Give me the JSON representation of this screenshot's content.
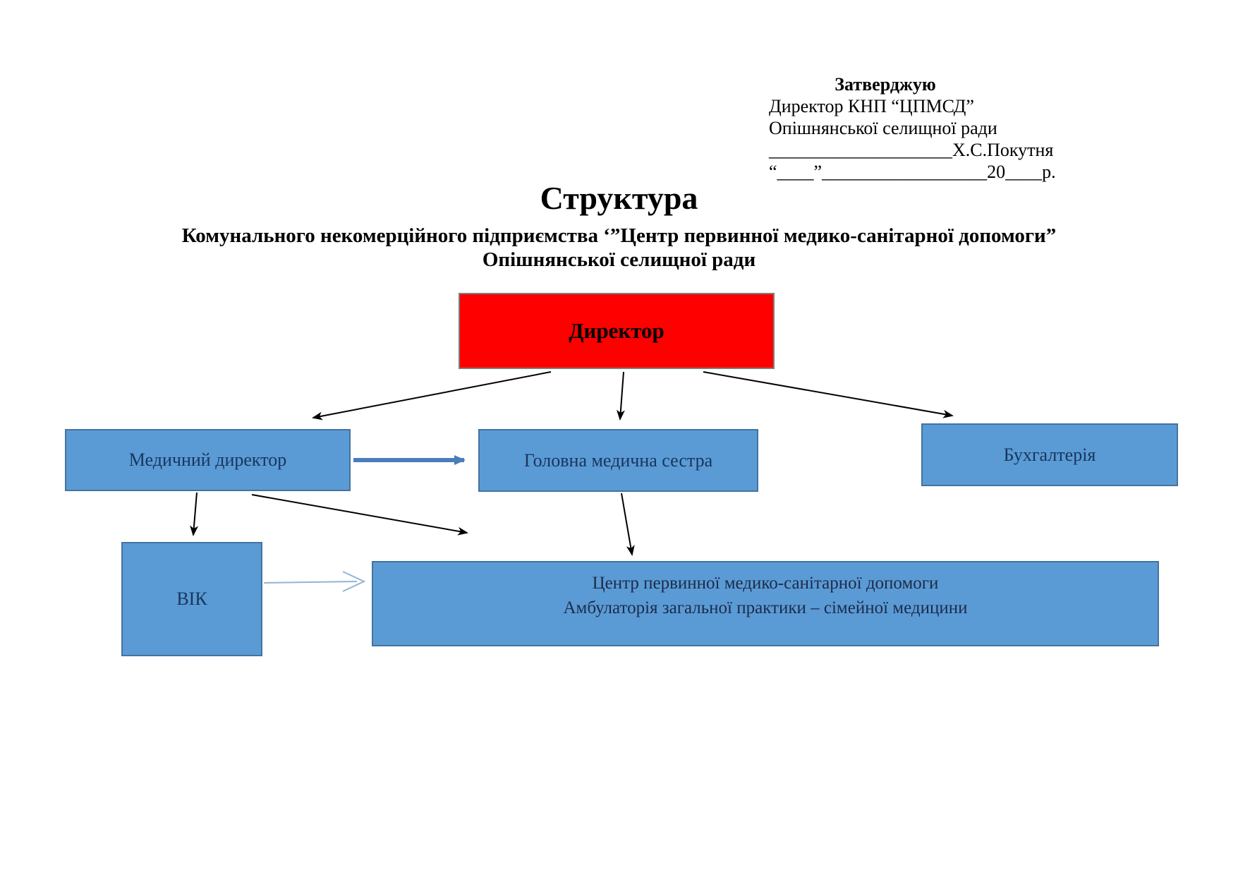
{
  "approval": {
    "line1": "Затверджую",
    "line2": "Директор КНП “ЦПМСД”",
    "line3": "Опішнянської селищної ради",
    "line4": "____________________Х.С.Покутня",
    "line5": "“____”__________________20____р."
  },
  "title": "Структура",
  "subtitle": {
    "line1": "Комунального некомерційного підприємства ‘”Центр первинної медико-санітарної допомоги”",
    "line2": "Опішнянської селищної ради"
  },
  "nodes": {
    "director": {
      "label": "Директор"
    },
    "medical_director": {
      "label": "Медичний директор"
    },
    "head_nurse": {
      "label": "Головна медична сестра"
    },
    "accounting": {
      "label": "Бухгалтерія"
    },
    "vik": {
      "label": "ВІК"
    },
    "center": {
      "line1": "Центр первинної медико-санітарної допомоги",
      "line2": "Амбулаторія загальної практики – сімейної медицини"
    }
  },
  "colors": {
    "director_fill": "#fe0000",
    "director_border": "#7f7f7f",
    "unit_fill": "#5b9bd5",
    "unit_border": "#44739e",
    "unit_text": "#17365d",
    "connector_black": "#000000",
    "connector_blue": "#4a7ebb",
    "connector_light_blue": "#95b3d7"
  }
}
